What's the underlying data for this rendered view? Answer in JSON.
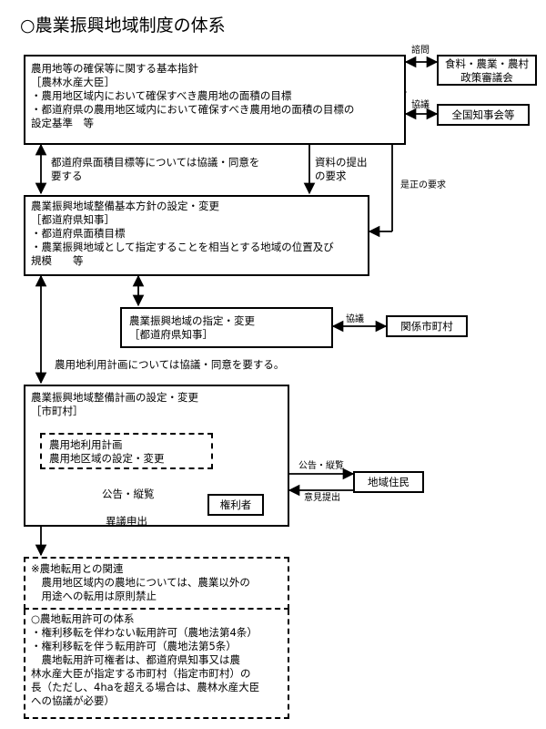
{
  "title": "○農業振興地域制度の体系",
  "basic_guideline": {
    "lines": [
      "農用地等の確保等に関する基本指針",
      "［農林水産大臣］",
      "・農用地区域内において確保すべき農用地の面積の目標",
      "・都道府県の農用地区域内において確保すべき農用地の面積の目標の",
      "設定基準　等"
    ]
  },
  "council": {
    "lines": [
      "食料・農業・農村",
      "政策審議会"
    ]
  },
  "governors": {
    "label": "全国知事会等"
  },
  "consult_council": "諮問",
  "consult_governors": "協議",
  "pref_target_note": [
    "都道府県面積目標等については協議・同意を",
    "要する"
  ],
  "data_request": [
    "資料の提出",
    "の要求"
  ],
  "correction_request": "是正の要求",
  "basic_policy": {
    "lines": [
      "農業振興地域整備基本方針の設定・変更",
      "［都道府県知事］",
      "・都道府県面積目標",
      "・農業振興地域として指定することを相当とする地域の位置及び",
      "規模　　等"
    ]
  },
  "designation": {
    "lines": [
      "農業振興地域の指定・変更",
      "［都道府県知事］"
    ]
  },
  "consult_municipality": "協議",
  "municipality": {
    "label": "関係市町村"
  },
  "landuse_note": "農用地利用計画については協議・同意を要する。",
  "municipal_plan": {
    "lines": [
      "農業振興地域整備計画の設定・変更",
      "［市町村］"
    ],
    "inner": [
      "農用地利用計画",
      "農用地区域の設定・変更"
    ],
    "notice": "公告・縦覧",
    "objection": "異議申出"
  },
  "rights_holder": {
    "label": "権利者"
  },
  "residents": {
    "label": "地域住民"
  },
  "notice_residents": "公告・縦覧",
  "opinion": "意見提出",
  "conversion_relation": {
    "lines": [
      "※農地転用との関連",
      "　農用地区域内の農地については、農業以外の",
      "　用途への転用は原則禁止"
    ]
  },
  "permission_system": {
    "lines": [
      "○農地転用許可の体系",
      "・権利移転を伴わない転用許可（農地法第4条）",
      "・権利移転を伴う転用許可（農地法第5条）",
      "　農地転用許可権者は、都道府県知事又は農",
      "林水産大臣が指定する市町村（指定市町村）の",
      "長（ただし、4haを超える場合は、農林水産大臣",
      "への協議が必要）"
    ]
  }
}
